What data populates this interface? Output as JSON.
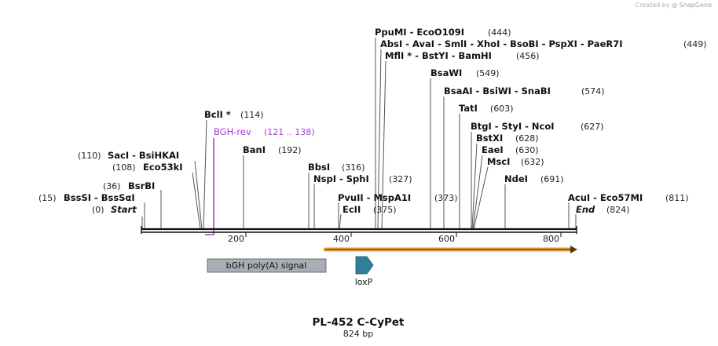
{
  "credit": {
    "prefix": "Created by",
    "brand": "SnapGene"
  },
  "map": {
    "title": "PL-452 C-CyPet",
    "length_label": "824 bp",
    "length_bp": 824,
    "ticks": [
      "200",
      "400",
      "600",
      "800"
    ],
    "colors": {
      "primer": "#a43cd1",
      "orf": "#e8a33d",
      "feature_signal": "#a9adb5",
      "feature_loxp": "#2f7f98"
    },
    "enzymes": [
      {
        "id": "start",
        "name": "Start",
        "pos": "(0)",
        "italic": true
      },
      {
        "id": "bsssi",
        "name": "BssSI  -  BssSαI",
        "pos": "(15)"
      },
      {
        "id": "bsrbi",
        "name": "BsrBI",
        "pos": "(36)"
      },
      {
        "id": "eco53ki",
        "name": "Eco53kI",
        "pos": "(108)"
      },
      {
        "id": "saci",
        "name": "SacI  -  BsiHKAI",
        "pos": "(110)"
      },
      {
        "id": "bcli",
        "name": "BclI *",
        "pos": "(114)"
      },
      {
        "id": "bani",
        "name": "BanI",
        "pos": "(192)"
      },
      {
        "id": "bbsi",
        "name": "BbsI",
        "pos": "(316)"
      },
      {
        "id": "nspi",
        "name": "NspI  -  SphI",
        "pos": "(327)"
      },
      {
        "id": "pvuii",
        "name": "PvuII  -  MspA1I",
        "pos": "(373)"
      },
      {
        "id": "ecli",
        "name": "EcII",
        "pos": "(375)"
      },
      {
        "id": "ppumi",
        "name": "PpuMI  -  EcoO109I",
        "pos": "(444)"
      },
      {
        "id": "absi",
        "name": "AbsI  -  AvaI  -  SmlI  -  XhoI  -  BsoBI  -  PspXI  -  PaeR7I",
        "pos": "(449)"
      },
      {
        "id": "mfli",
        "name": "MflI *  -  BstYI  -  BamHI",
        "pos": "(456)"
      },
      {
        "id": "bsawi",
        "name": "BsaWI",
        "pos": "(549)"
      },
      {
        "id": "bsaai",
        "name": "BsaAI  -  BsiWI  -  SnaBI",
        "pos": "(574)"
      },
      {
        "id": "tati",
        "name": "TatI",
        "pos": "(603)"
      },
      {
        "id": "btgi",
        "name": "BtgI  -  StyI  -  NcoI",
        "pos": "(627)"
      },
      {
        "id": "bstxi",
        "name": "BstXI",
        "pos": "(628)"
      },
      {
        "id": "eaei",
        "name": "EaeI",
        "pos": "(630)"
      },
      {
        "id": "msci",
        "name": "MscI",
        "pos": "(632)"
      },
      {
        "id": "ndei",
        "name": "NdeI",
        "pos": "(691)"
      },
      {
        "id": "acui",
        "name": "AcuI  -  Eco57MI",
        "pos": "(811)"
      },
      {
        "id": "end",
        "name": "End",
        "pos": "(824)",
        "italic": true
      }
    ],
    "primer": {
      "name": "BGH-rev",
      "range": "(121 .. 138)"
    },
    "features": [
      {
        "id": "bgh",
        "label": "bGH poly(A) signal"
      },
      {
        "id": "loxp",
        "label": "loxP"
      }
    ]
  }
}
